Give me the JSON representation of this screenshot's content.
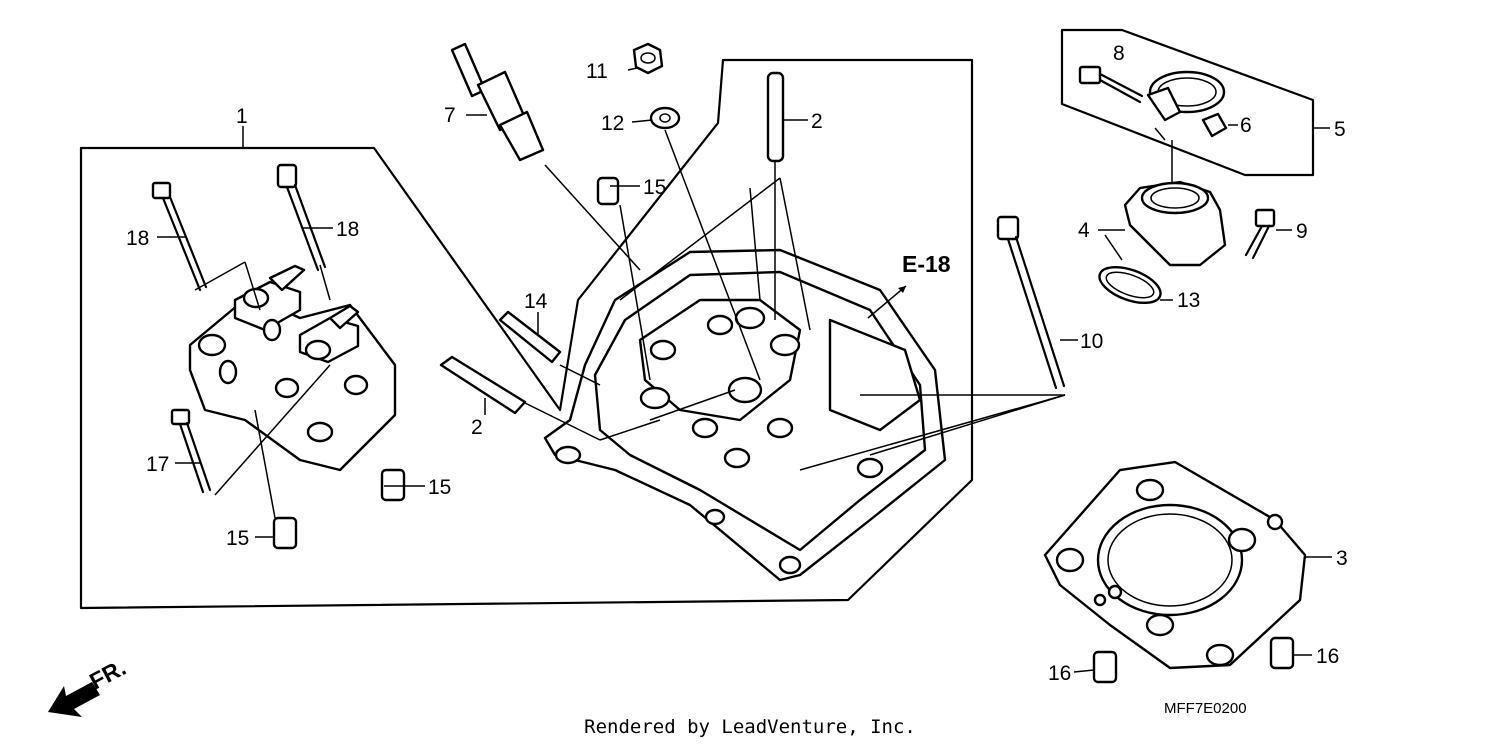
{
  "callouts": [
    {
      "label": "1"
    },
    {
      "label": "2"
    },
    {
      "label": "2"
    },
    {
      "label": "3"
    },
    {
      "label": "4"
    },
    {
      "label": "5"
    },
    {
      "label": "6"
    },
    {
      "label": "7"
    },
    {
      "label": "8"
    },
    {
      "label": "9"
    },
    {
      "label": "10"
    },
    {
      "label": "11"
    },
    {
      "label": "12"
    },
    {
      "label": "13"
    },
    {
      "label": "14"
    },
    {
      "label": "15"
    },
    {
      "label": "15"
    },
    {
      "label": "15"
    },
    {
      "label": "16"
    },
    {
      "label": "16"
    },
    {
      "label": "17"
    },
    {
      "label": "18"
    },
    {
      "label": "18"
    }
  ],
  "reference": "E-18",
  "front_marker": "FR.",
  "diagram_code": "MFF7E0200",
  "footer": "Rendered by LeadVenture, Inc."
}
